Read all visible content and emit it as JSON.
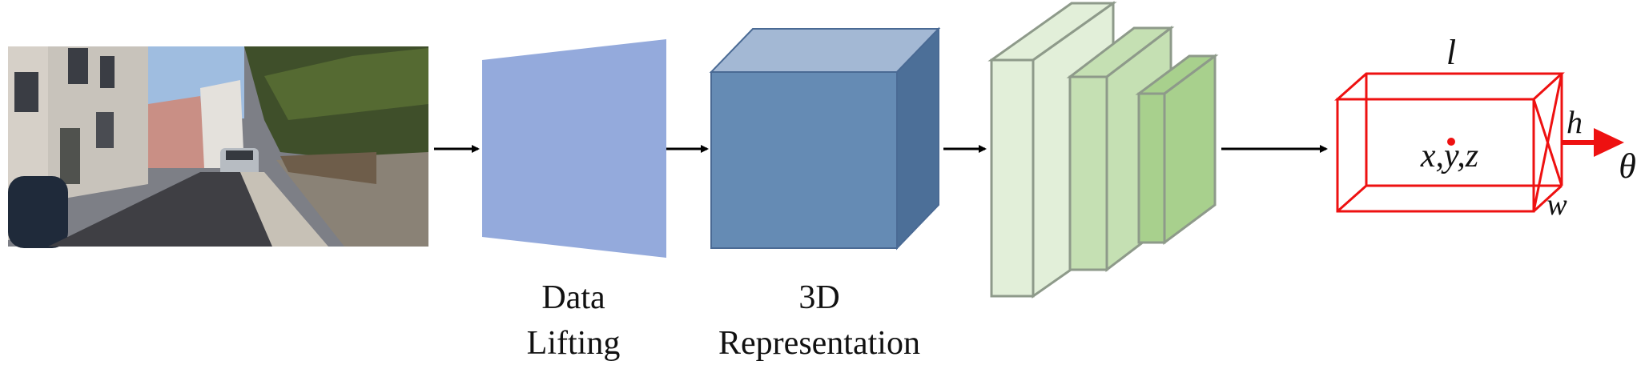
{
  "labels": {
    "lifting_line1": "Data",
    "lifting_line2": "Lifting",
    "repr_line1": "3D",
    "repr_line2": "Representation"
  },
  "box_params": {
    "length": "l",
    "height": "h",
    "width": "w",
    "center": "x,y,z",
    "orientation": "θ"
  },
  "colors": {
    "lifting_panel": "#94aadc",
    "cube_front": "#658bb4",
    "cube_top": "#a3b8d4",
    "cube_side": "#4c6f98",
    "network_light": "#e2efd9",
    "network_mid": "#c5e0b3",
    "network_dark": "#a8d08d",
    "box_red": "#ee1111",
    "arrow": "#000000"
  }
}
